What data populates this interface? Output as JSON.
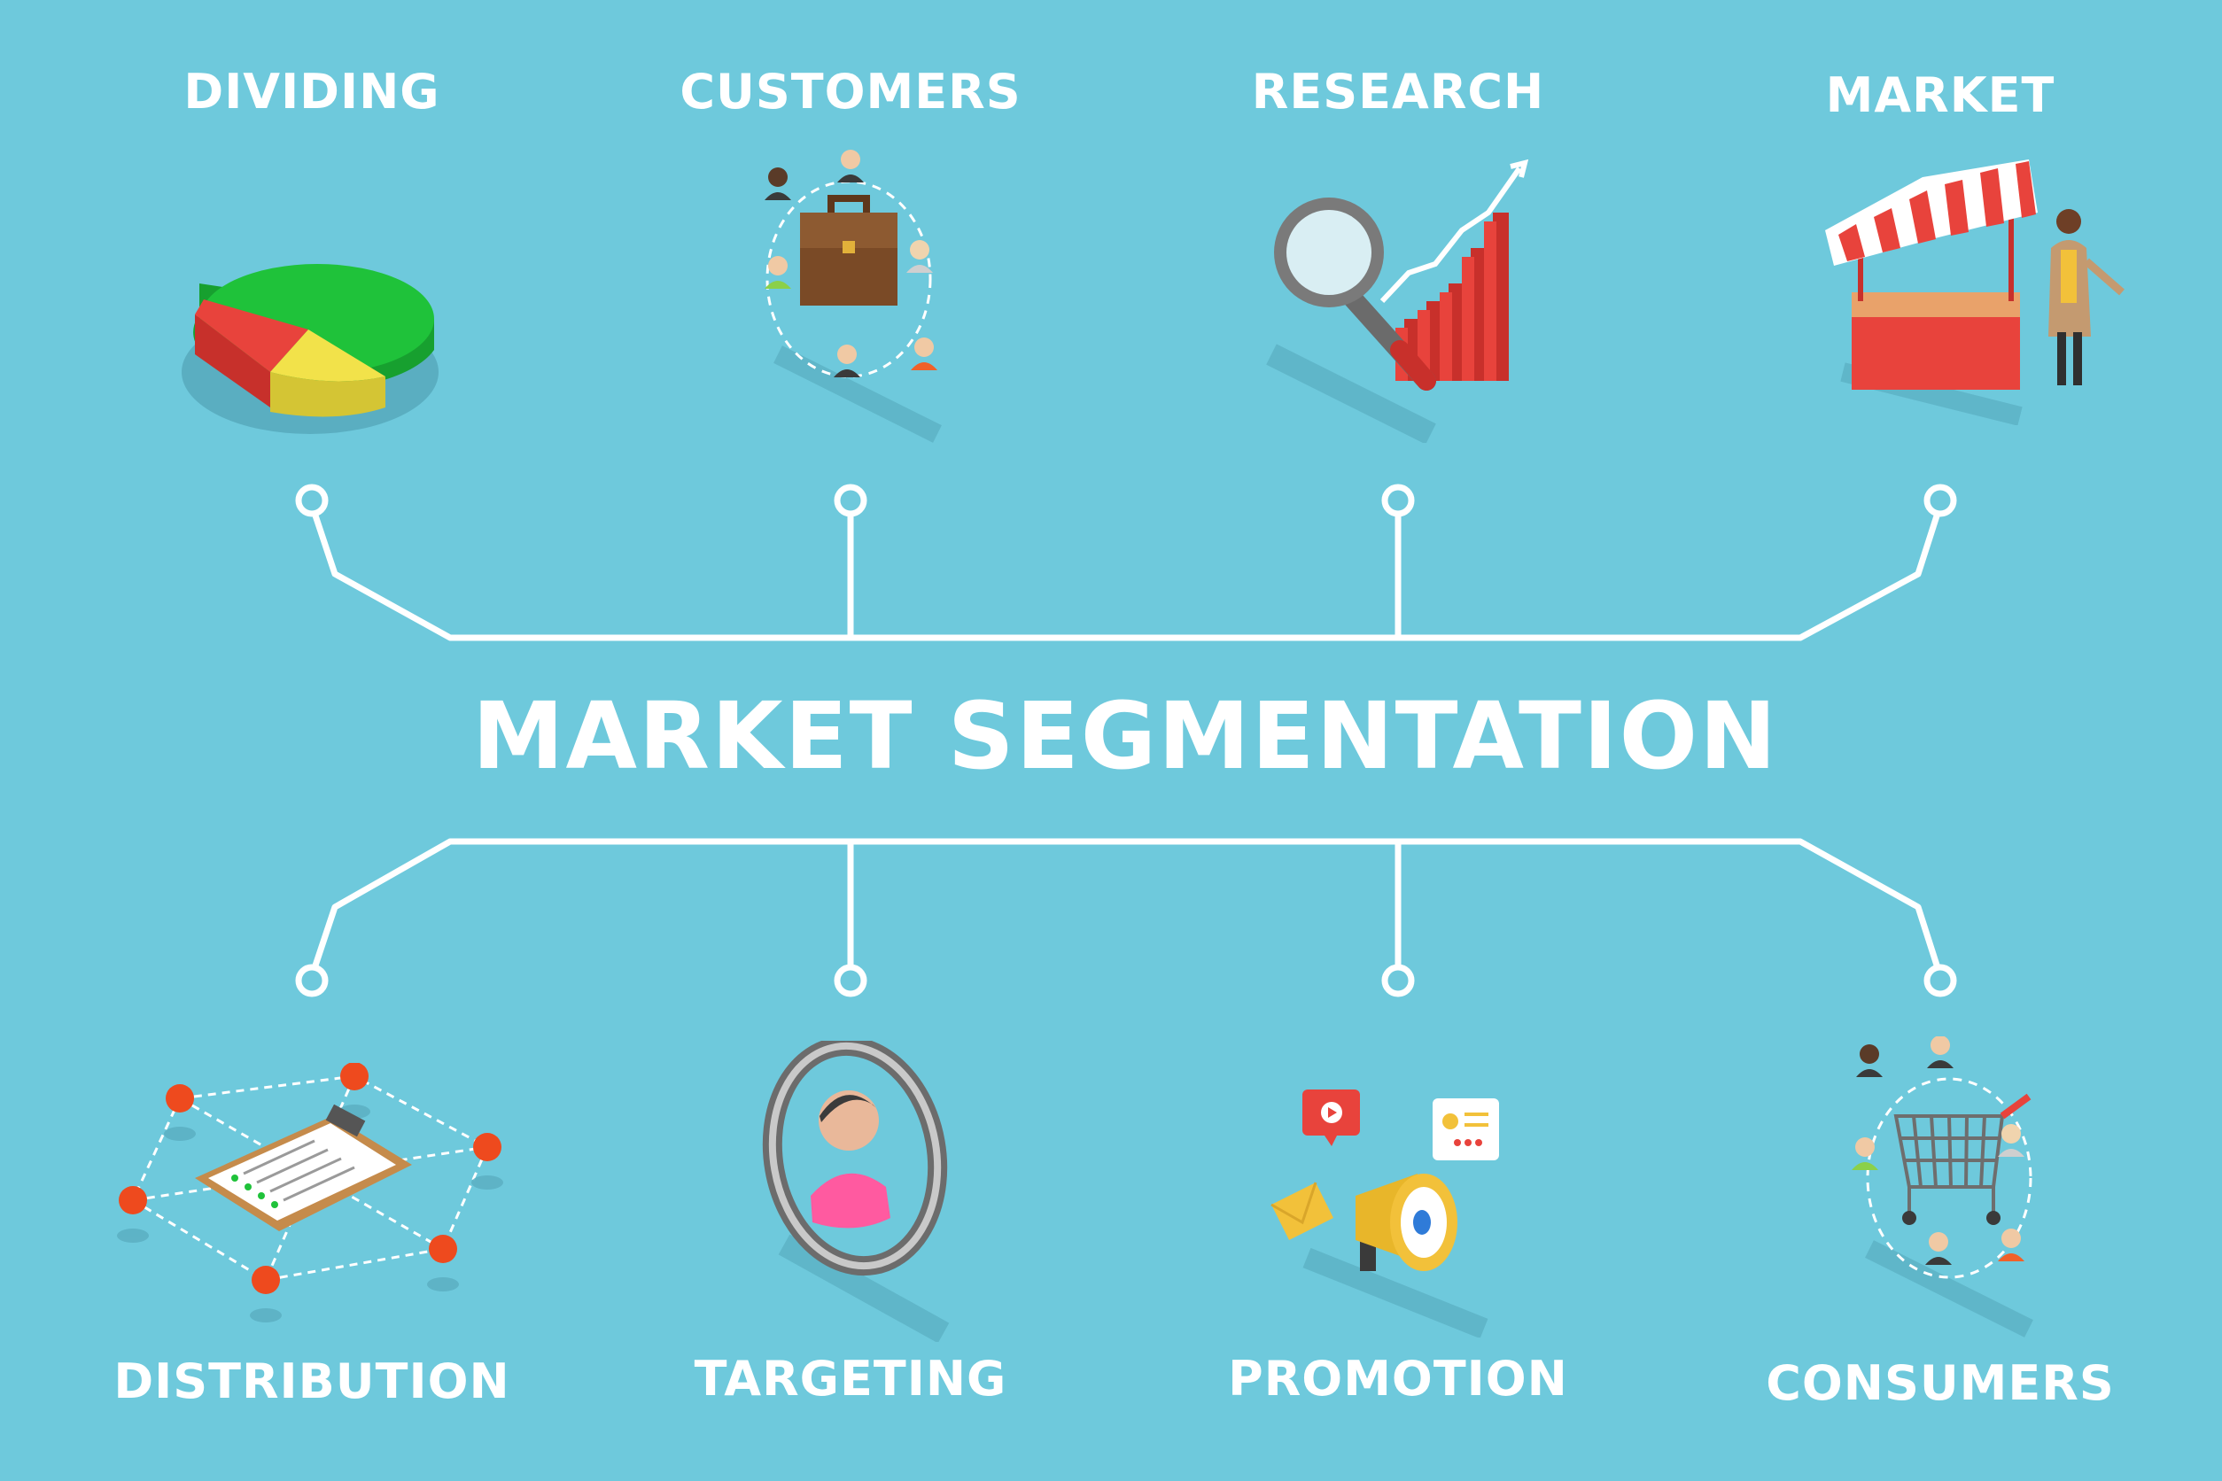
{
  "title": "MARKET SEGMENTATION",
  "top_items": [
    {
      "label": "DIVIDING",
      "icon": "pie-chart-icon"
    },
    {
      "label": "CUSTOMERS",
      "icon": "briefcase-network-icon"
    },
    {
      "label": "RESEARCH",
      "icon": "magnifier-growth-chart-icon"
    },
    {
      "label": "MARKET",
      "icon": "market-stall-icon"
    }
  ],
  "bottom_items": [
    {
      "label": "DISTRIBUTION",
      "icon": "clipboard-network-icon"
    },
    {
      "label": "TARGETING",
      "icon": "target-person-icon"
    },
    {
      "label": "PROMOTION",
      "icon": "megaphone-icon"
    },
    {
      "label": "CONSUMERS",
      "icon": "shopping-cart-network-icon"
    }
  ],
  "colors": {
    "background": "#6ec9dc",
    "lines": "#ffffff",
    "accent_red": "#e8433c",
    "accent_green": "#1fc23a",
    "accent_yellow": "#f2e24a"
  }
}
